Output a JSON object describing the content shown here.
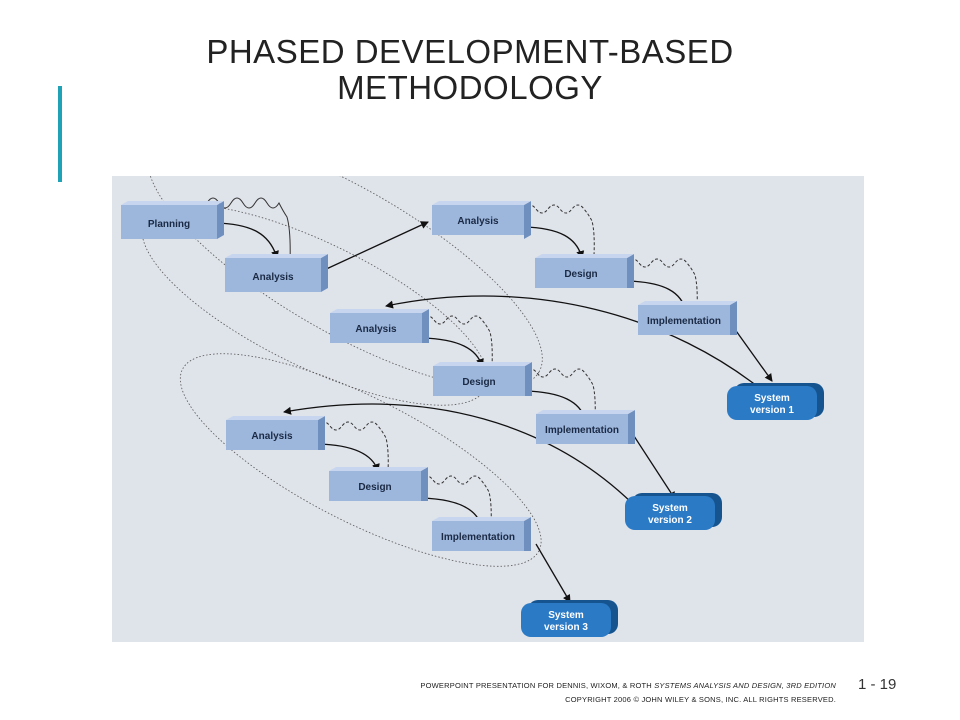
{
  "title_line1": "PHASED DEVELOPMENT-BASED",
  "title_line2": "METHODOLOGY",
  "footer": {
    "line1_prefix": "POWERPOINT PRESENTATION FOR DENNIS, WIXOM, & ROTH",
    "line1_italic": "SYSTEMS ANALYSIS AND DESIGN, 3RD EDITION",
    "line2": "COPYRIGHT 2006 © JOHN WILEY & SONS, INC.  ALL RIGHTS RESERVED."
  },
  "page_number": "1 - 19",
  "diagram": {
    "planning": "Planning",
    "analysis": "Analysis",
    "design": "Design",
    "implementation": "Implementation",
    "system_word": "System",
    "version1": "version 1",
    "version2": "version 2",
    "version3": "version 3"
  },
  "colors": {
    "box_face": "#9cb6dc",
    "box_side": "#6f8fbf",
    "version_face": "#2a7ac6",
    "accent": "#1fa2b5"
  }
}
